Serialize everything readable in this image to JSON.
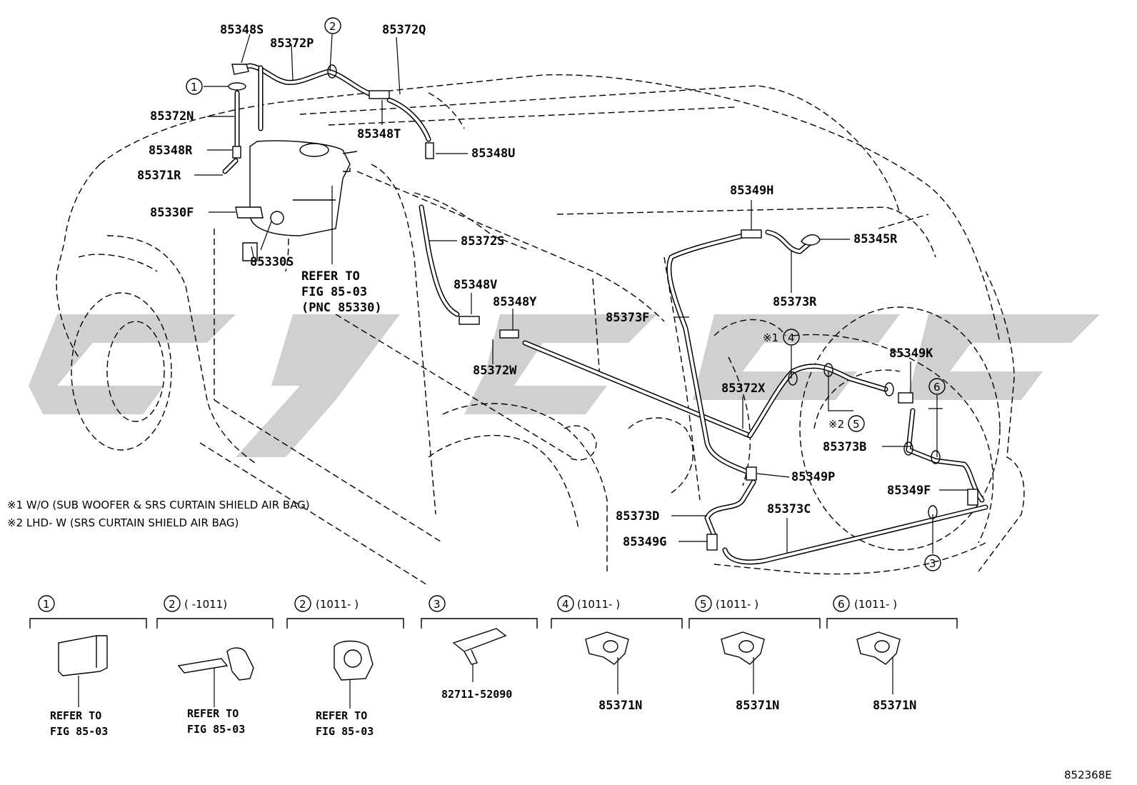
{
  "part_labels": {
    "p85348S": "85348S",
    "p85372P": "85372P",
    "p85372Q": "85372Q",
    "p85372N": "85372N",
    "p85348T": "85348T",
    "p85348U": "85348U",
    "p85348R": "85348R",
    "p85371R": "85371R",
    "p85330F": "85330F",
    "p85330S": "85330S",
    "p85372S": "85372S",
    "p85349H": "85349H",
    "p85345R": "85345R",
    "p85373R": "85373R",
    "p85348V": "85348V",
    "p85348Y": "85348Y",
    "p85373F": "85373F",
    "p85372W": "85372W",
    "p85349K": "85349K",
    "p85372X": "85372X",
    "p85373B": "85373B",
    "p85349P": "85349P",
    "p85349F": "85349F",
    "p85373D": "85373D",
    "p85373C": "85373C",
    "p85349G": "85349G"
  },
  "refer": {
    "line1": "REFER TO",
    "line2": "FIG 85-03",
    "line3": "(PNC 85330)"
  },
  "callouts": {
    "c1": "1",
    "c2": "2",
    "c3": "3",
    "c4": "4",
    "c5": "5",
    "c6": "6",
    "star1": "※1",
    "star2": "※2"
  },
  "notes": {
    "note1": "※1 W/O (SUB WOOFER & SRS CURTAIN SHIELD AIR BAG)",
    "note2": "※2 LHD- W (SRS CURTAIN SHIELD AIR BAG)"
  },
  "detail_boxes": [
    {
      "num": "1",
      "range": "",
      "label1": "REFER TO",
      "label2": "FIG 85-03"
    },
    {
      "num": "2",
      "range": "(      -1011)",
      "label1": "REFER TO",
      "label2": "FIG 85-03"
    },
    {
      "num": "2",
      "range": "(1011-      )",
      "label1": "REFER TO",
      "label2": "FIG 85-03"
    },
    {
      "num": "3",
      "range": "",
      "label1": "82711-52090",
      "label2": ""
    },
    {
      "num": "4",
      "range": "(1011-      )",
      "label1": "85371N",
      "label2": ""
    },
    {
      "num": "5",
      "range": "(1011-      )",
      "label1": "85371N",
      "label2": ""
    },
    {
      "num": "6",
      "range": "(1011-      )",
      "label1": "85371N",
      "label2": ""
    }
  ],
  "figure_id": "852368E"
}
